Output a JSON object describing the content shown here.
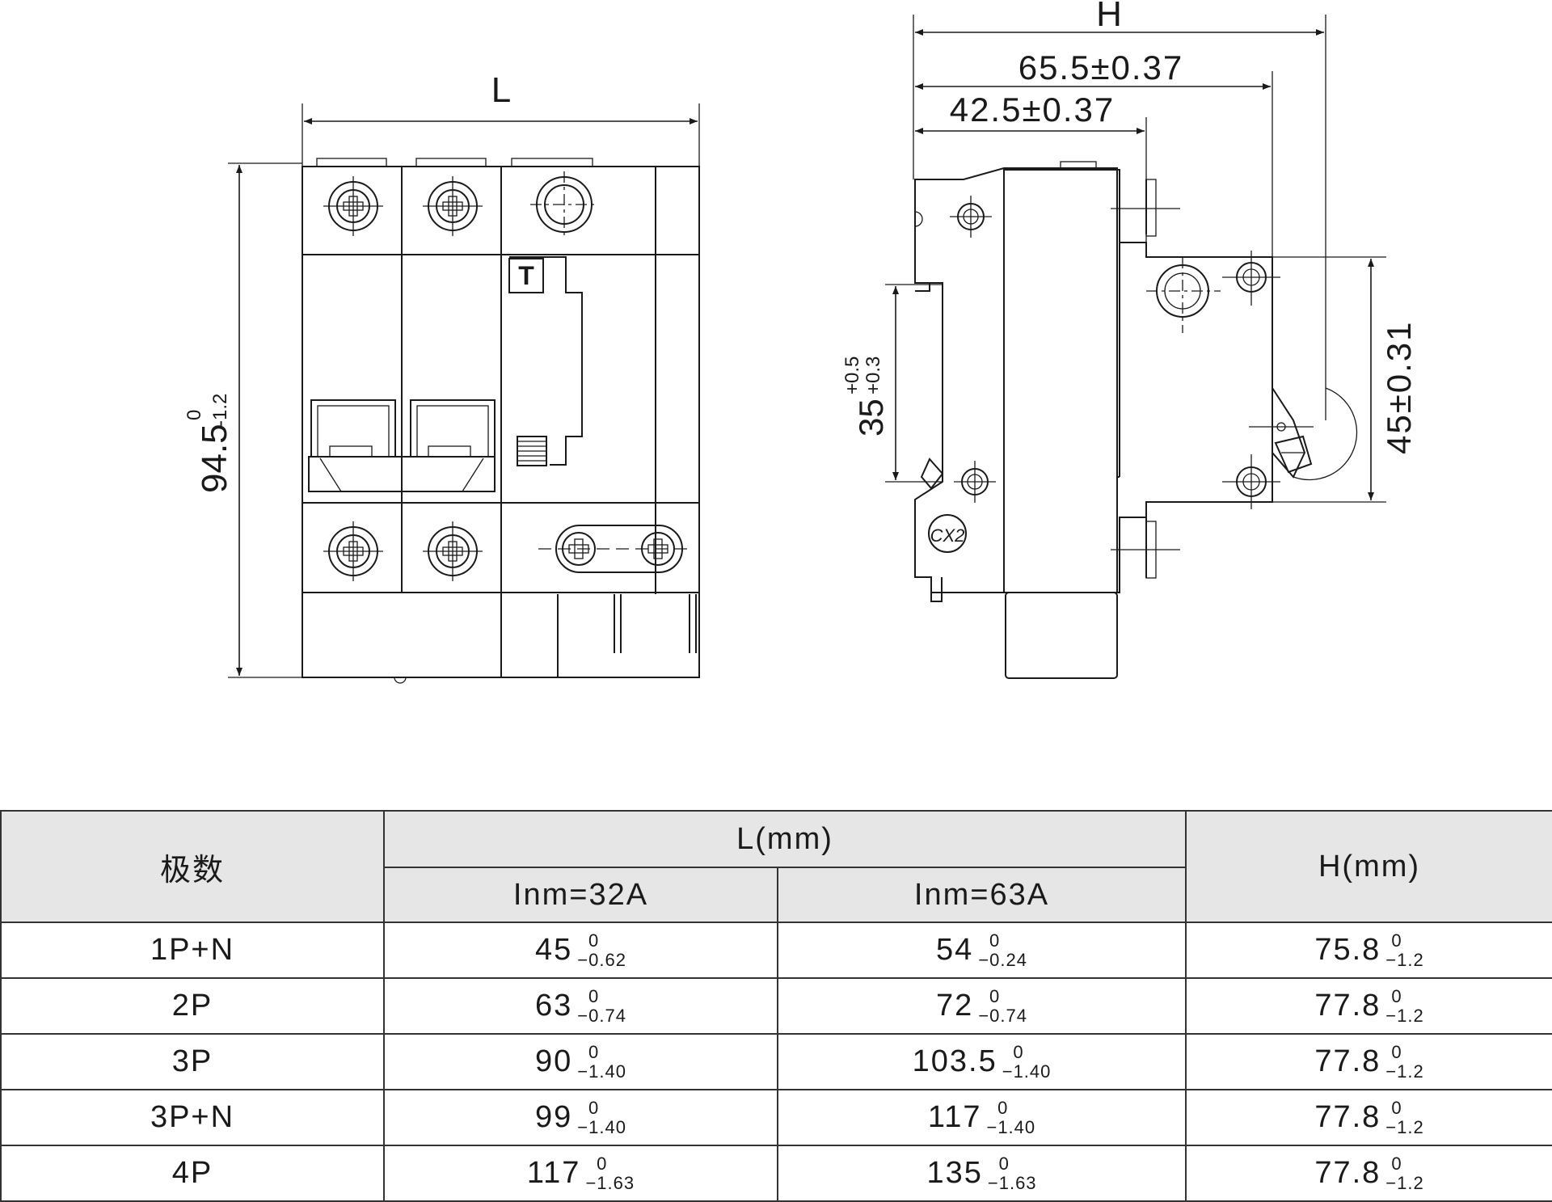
{
  "drawing": {
    "front_view": {
      "width_label": "L",
      "height_value": "94.5",
      "height_tol_upper": "0",
      "height_tol_lower": "-1.2",
      "test_button_label": "T"
    },
    "side_view": {
      "overall_label": "H",
      "dim_65": "65.5±0.37",
      "dim_42": "42.5±0.37",
      "rail_value": "35",
      "rail_tol_upper": "+0.5",
      "rail_tol_lower": "+0.3",
      "dim_45": "45±0.31",
      "mark": "CX2"
    }
  },
  "table": {
    "col_poles": "极数",
    "col_L": "L(mm)",
    "col_L_32": "Inm=32A",
    "col_L_63": "Inm=63A",
    "col_H": "H(mm)",
    "rows": [
      {
        "poles": "1P+N",
        "l32": {
          "v": "45",
          "u": "0",
          "l": "−0.62"
        },
        "l63": {
          "v": "54",
          "u": "0",
          "l": "−0.24"
        },
        "h": {
          "v": "75.8",
          "u": "0",
          "l": "−1.2"
        }
      },
      {
        "poles": "2P",
        "l32": {
          "v": "63",
          "u": "0",
          "l": "−0.74"
        },
        "l63": {
          "v": "72",
          "u": "0",
          "l": "−0.74"
        },
        "h": {
          "v": "77.8",
          "u": "0",
          "l": "−1.2"
        }
      },
      {
        "poles": "3P",
        "l32": {
          "v": "90",
          "u": "0",
          "l": "−1.40"
        },
        "l63": {
          "v": "103.5",
          "u": "0",
          "l": "−1.40"
        },
        "h": {
          "v": "77.8",
          "u": "0",
          "l": "−1.2"
        }
      },
      {
        "poles": "3P+N",
        "l32": {
          "v": "99",
          "u": "0",
          "l": "−1.40"
        },
        "l63": {
          "v": "117",
          "u": "0",
          "l": "−1.40"
        },
        "h": {
          "v": "77.8",
          "u": "0",
          "l": "−1.2"
        }
      },
      {
        "poles": "4P",
        "l32": {
          "v": "117",
          "u": "0",
          "l": "−1.63"
        },
        "l63": {
          "v": "135",
          "u": "0",
          "l": "−1.63"
        },
        "h": {
          "v": "77.8",
          "u": "0",
          "l": "−1.2"
        }
      }
    ]
  }
}
